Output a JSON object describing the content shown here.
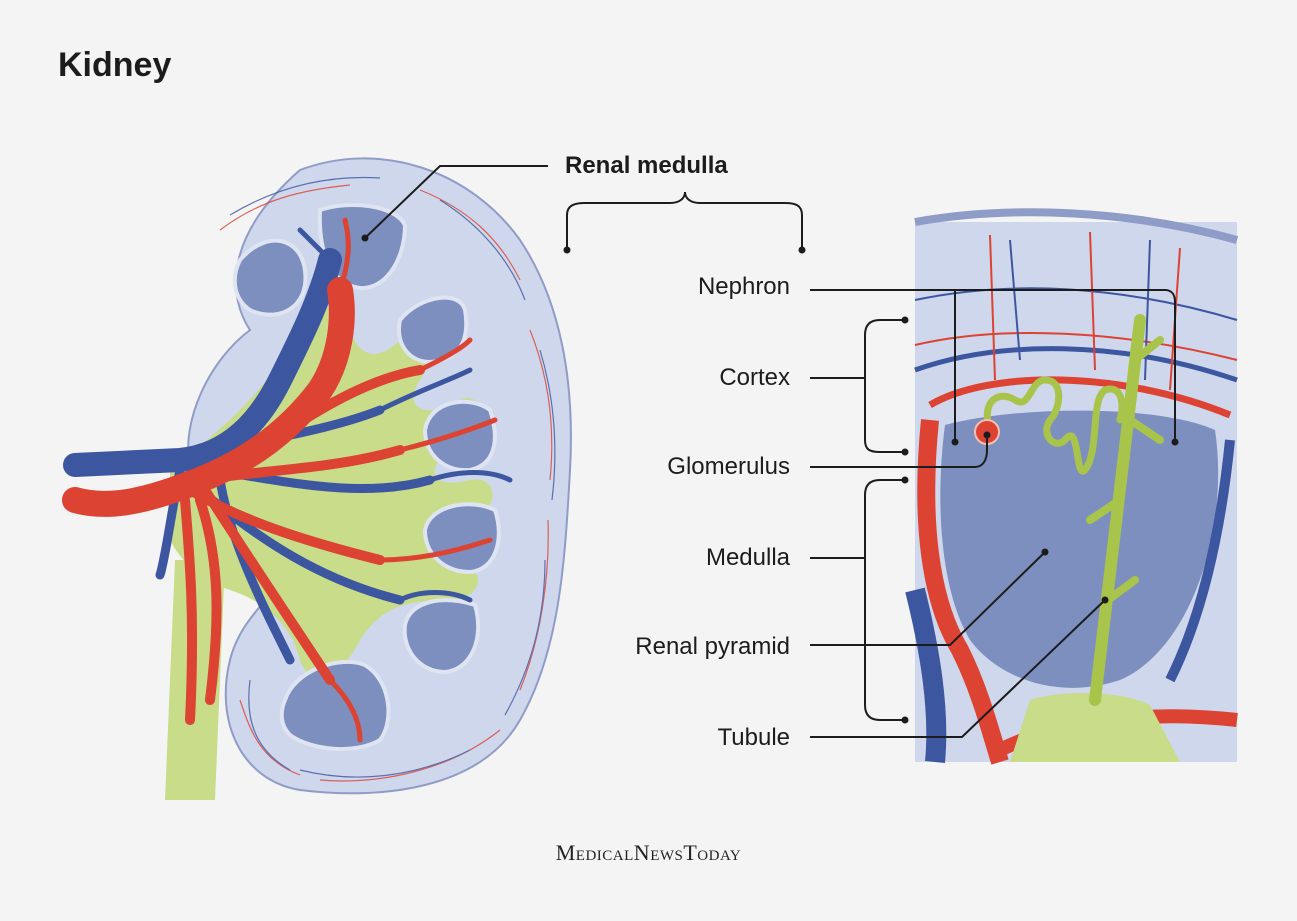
{
  "title": "Kidney",
  "labels": {
    "renal_medulla": "Renal medulla",
    "nephron": "Nephron",
    "cortex": "Cortex",
    "glomerulus": "Glomerulus",
    "medulla": "Medulla",
    "renal_pyramid": "Renal pyramid",
    "tubule": "Tubule"
  },
  "brand": "MedicalNewsToday",
  "colors": {
    "background": "#f4f4f4",
    "capsule": "#cfd7ec",
    "pyramid": "#7d8fbf",
    "artery": "#dc4332",
    "vein": "#3d56a0",
    "pelvis": "#c8dc8a",
    "tubule": "#a9c44a"
  }
}
